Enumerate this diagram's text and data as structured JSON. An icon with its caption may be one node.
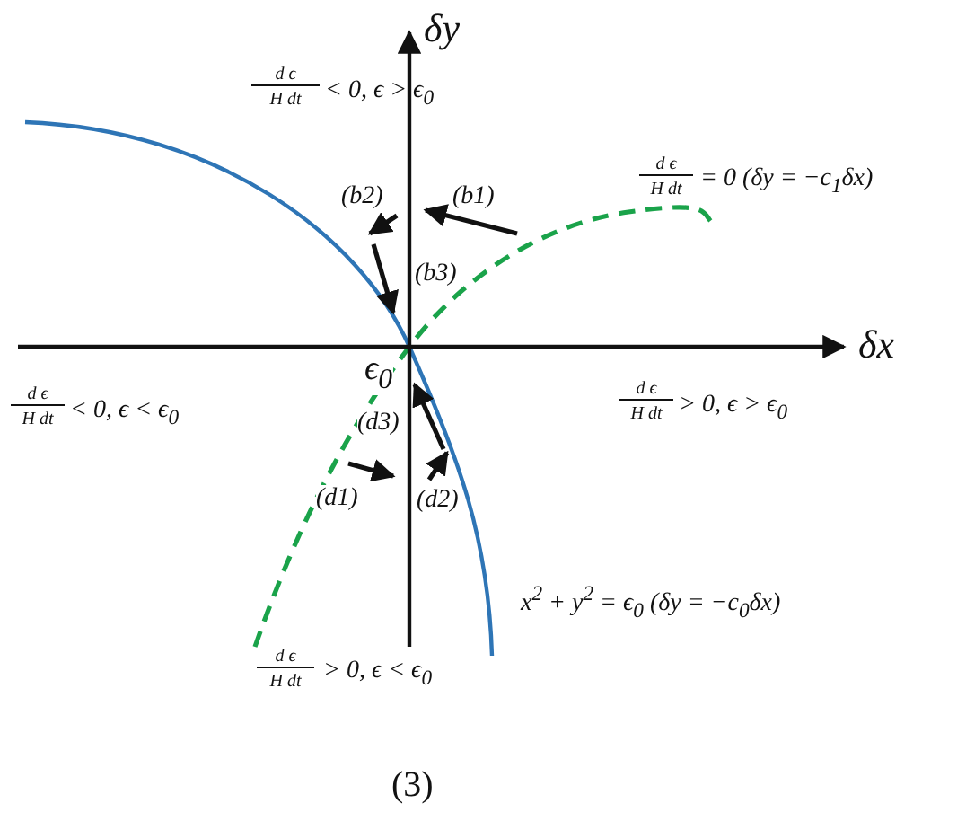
{
  "diagram": {
    "caption": "(3)",
    "labels": [
      "δy",
      "d ϵ",
      "H dt",
      "< 0,  ϵ > ϵ$_{0}$",
      "d ϵ",
      "H dt",
      "= 0   (δy = −c$_{1}$δx)",
      "(b2)",
      "(b1)",
      "(b3)",
      "δx",
      "d ϵ",
      "H dt",
      "< 0,  ϵ < ϵ$_{0}$",
      "ϵ$_{0}$",
      "d ϵ",
      "H dt",
      "> 0,  ϵ > ϵ$_{0}$",
      "(d3)",
      "(d1)",
      "(d2)",
      "x$^{2}$ + y$^{2}$ = ϵ$_{0}$ (δy = −c$_{0}$δx)",
      "d ϵ",
      "H dt",
      "> 0,  ϵ < ϵ$_{0}$"
    ]
  }
}
